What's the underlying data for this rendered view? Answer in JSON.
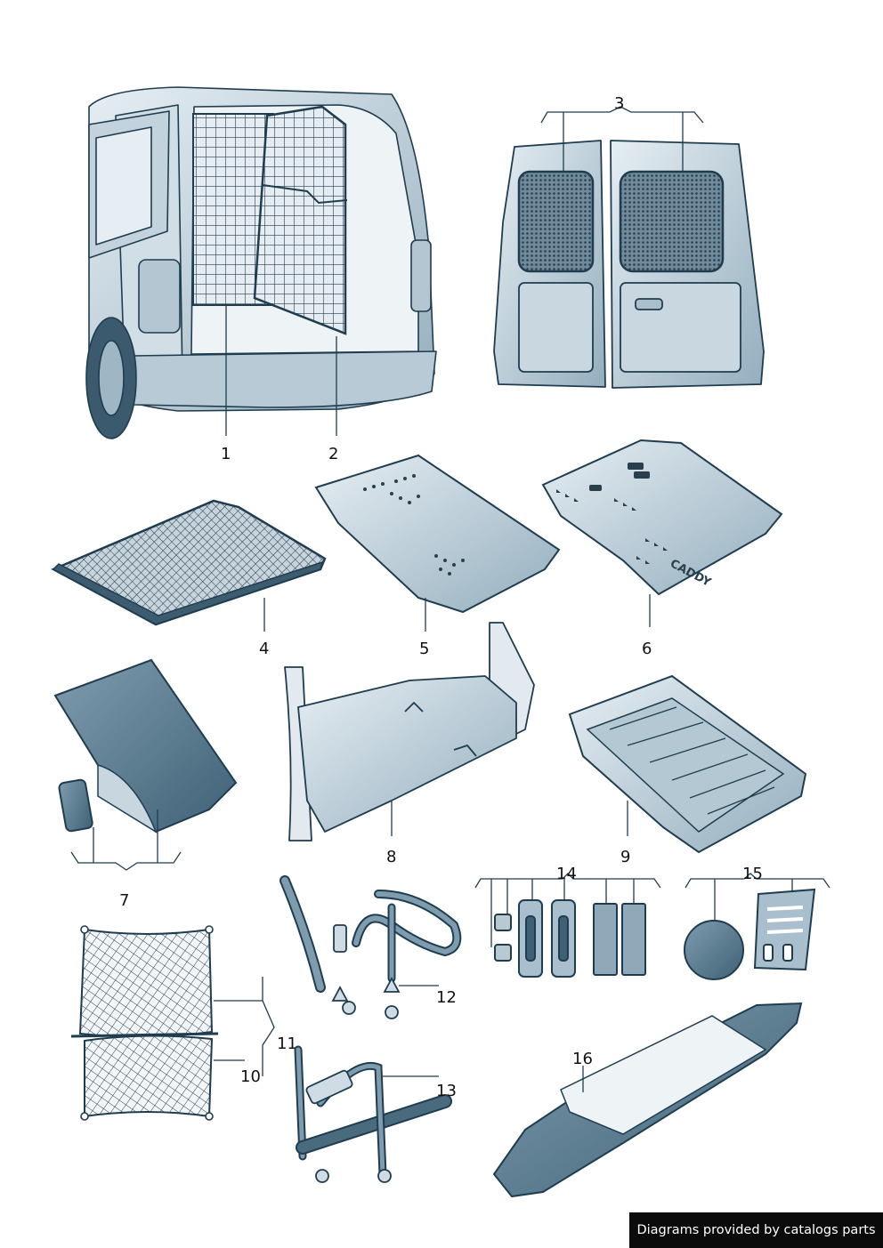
{
  "parts": {
    "p1": "1",
    "p2": "2",
    "p3": "3",
    "p4": "4",
    "p5": "5",
    "p6": "6",
    "p7": "7",
    "p8": "8",
    "p9": "9",
    "p10": "10",
    "p11": "11",
    "p12": "12",
    "p13": "13",
    "p14": "14",
    "p15": "15",
    "p16": "16"
  },
  "mat_brand": "CADDY",
  "footer": "Diagrams provided by catalogs parts",
  "colors": {
    "outline": "#1f3d4f",
    "fill_light": "#dbe5ec",
    "fill_mid": "#a9bfcd",
    "fill_dark": "#6f8fa3",
    "mesh": "#2a3f4c"
  }
}
